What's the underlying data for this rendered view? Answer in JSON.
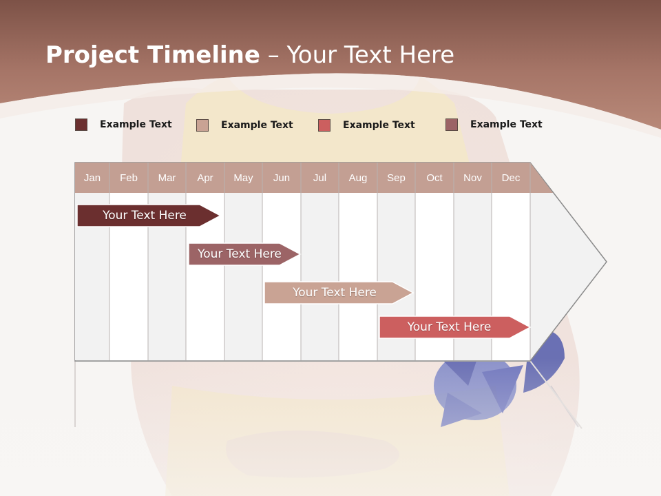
{
  "title": {
    "bold": "Project Timeline",
    "rest": " – Your Text Here"
  },
  "legend": [
    {
      "label": "Example Text",
      "color": "#6b2f2f"
    },
    {
      "label": "Example Text",
      "color": "#c9a394"
    },
    {
      "label": "Example Text",
      "color": "#cc5f5f"
    },
    {
      "label": "Example Text",
      "color": "#9c6466"
    }
  ],
  "months": [
    "Jan",
    "Feb",
    "Mar",
    "Apr",
    "May",
    "Jun",
    "Jul",
    "Aug",
    "Sep",
    "Oct",
    "Nov",
    "Dec"
  ],
  "tasks": [
    {
      "label": "Your  Text Here",
      "color": "#6b2f2f"
    },
    {
      "label": "Your  Text Here",
      "color": "#9c6466"
    },
    {
      "label": "Your  Text Here",
      "color": "#c9a394"
    },
    {
      "label": "Your  Text Here",
      "color": "#cc5f5f"
    }
  ],
  "colors": {
    "header_brown": "#a8766a",
    "month_header": "#c39f93",
    "column_light": "#f2f2f2"
  }
}
